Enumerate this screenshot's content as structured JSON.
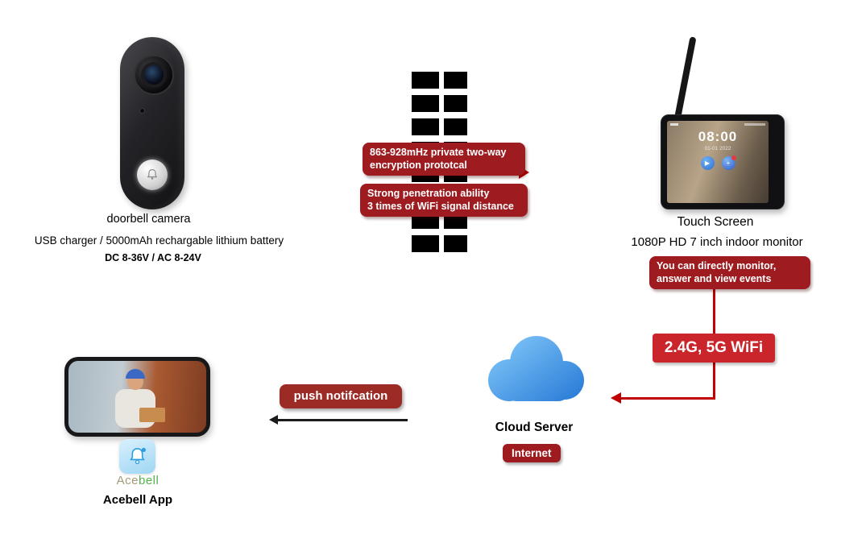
{
  "doorbell": {
    "label": "doorbell  camera",
    "spec1": "USB charger / 5000mAh  rechargable lithium battery",
    "spec2": "DC 8-36V / AC 8-24V"
  },
  "rf": {
    "banner1": [
      "863-928mHz private two-way",
      "encryption prototcal"
    ],
    "banner2": [
      "Strong penetration ability",
      "3 times of WiFi signal distance"
    ]
  },
  "monitor": {
    "time": "08:00",
    "date": "01-01 2022",
    "icons": [
      "▶",
      "+"
    ],
    "label": "Touch Screen",
    "sub": "1080P HD  7 inch indoor monitor",
    "banner": [
      "You can directly monitor,",
      "answer and view events"
    ]
  },
  "wifi": {
    "label": "2.4G, 5G WiFi"
  },
  "cloud": {
    "label": "Cloud Server",
    "badge": "Internet"
  },
  "push": {
    "label": "push notifcation"
  },
  "app": {
    "brand_ace": "Ace",
    "brand_bell": "bell",
    "label": "Acebell App"
  },
  "colors": {
    "banner_red": "#9e1c20",
    "bright_red": "#c9252b",
    "arrow_red": "#c00000",
    "cloud_blue": "#2e7fd9",
    "app_blue": "#2d9de2",
    "brand_ace": "#a39a78",
    "brand_bell": "#55b14c"
  }
}
